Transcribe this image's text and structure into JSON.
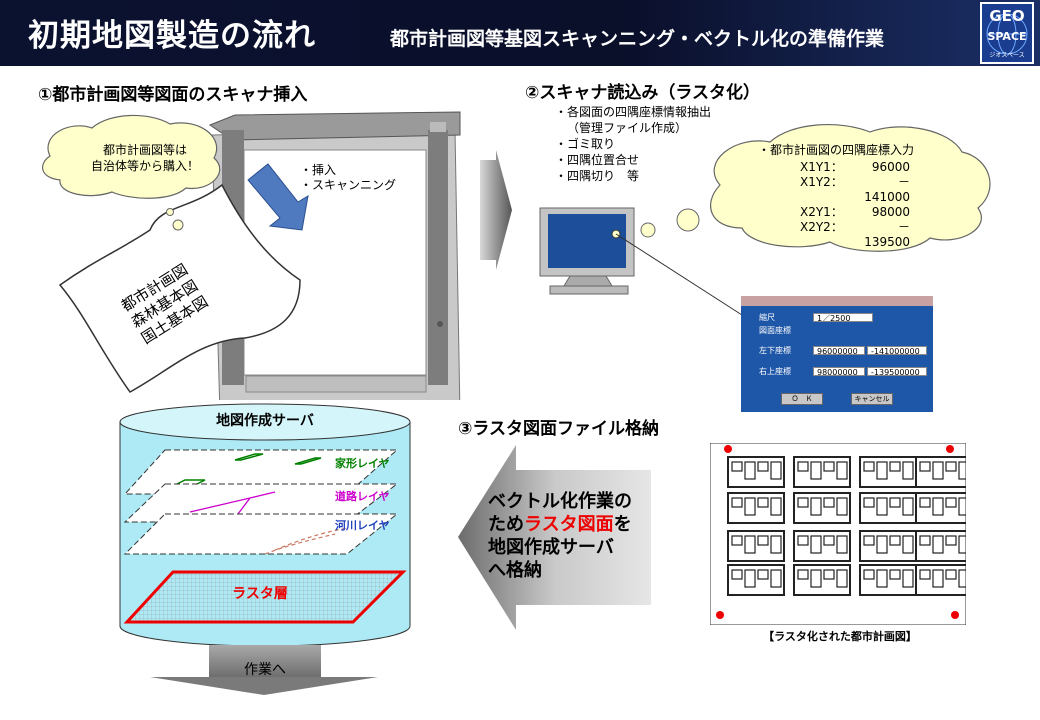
{
  "header": {
    "title": "初期地図製造の流れ",
    "subtitle": "都市計画図等基図スキャンニング・ベクトル化の準備作業",
    "logo_line1": "GEO",
    "logo_line2": "SPACE",
    "logo_small": "ジオスペース"
  },
  "step1": {
    "heading": "①都市計画図等図面のスキャナ挿入",
    "cloud_line1": "都市計画図等は",
    "cloud_line2": "自治体等から購入！",
    "scanner_note_1": "・挿入",
    "scanner_note_2": "・スキャンニング",
    "paper_line1": "都市計画図",
    "paper_line2": "森林基本図",
    "paper_line3": "国土基本図"
  },
  "step2": {
    "heading": "②スキャナ読込み（ラスタ化）",
    "tasks": [
      "・各図面の四隅座標情報抽出",
      "（管理ファイル作成）",
      "・ゴミ取り",
      "・四隅位置合せ",
      "・四隅切り　等"
    ],
    "cloud_title": "・都市計画図の四隅座標入力",
    "coords": [
      {
        "label": "X1Y1：",
        "value": "96000"
      },
      {
        "label": "X1Y2：",
        "value": "－141000"
      },
      {
        "label": "X2Y1：",
        "value": "98000"
      },
      {
        "label": "X2Y2：",
        "value": "－139500"
      }
    ],
    "window": {
      "scale_label": "縮尺",
      "scale_value": "1／2500",
      "coord_label": "図面座標",
      "lower_left_label": "左下座標",
      "lower_left_x": "96000000",
      "lower_left_y": "-141000000",
      "upper_right_label": "右上座標",
      "upper_right_x": "98000000",
      "upper_right_y": "-139500000",
      "ok": "Ｏ　Ｋ",
      "cancel": "キャンセル"
    }
  },
  "step3": {
    "heading": "③ラスタ図面ファイル格納",
    "arrow_line1": "ベクトル化作業の",
    "arrow_line2_pre": "ため",
    "arrow_line2_red": "ラスタ図面",
    "arrow_line2_post": "を",
    "arrow_line3": "地図作成サーバ",
    "arrow_line4": "へ格納",
    "map_caption": "【ラスタ化された都市計画図】"
  },
  "server": {
    "title": "地図作成サーバ",
    "layers": [
      {
        "name": "家形レイヤ",
        "color": "#008000"
      },
      {
        "name": "道路レイヤ",
        "color": "#cc00cc"
      },
      {
        "name": "河川レイヤ",
        "color": "#1f3fbf"
      }
    ],
    "raster_layer": "ラスタ層",
    "next_label": "作業へ"
  }
}
